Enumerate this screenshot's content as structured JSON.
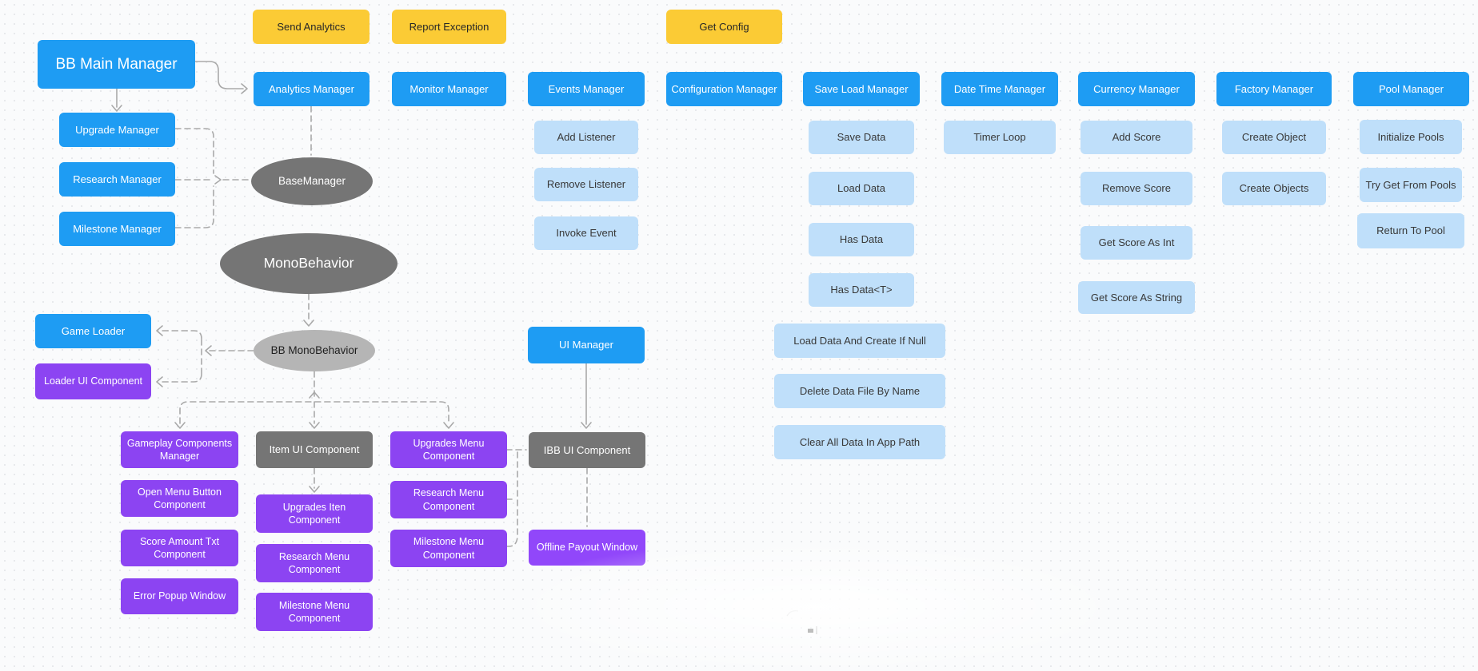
{
  "diagram_title": "BB game architecture diagram",
  "colors": {
    "manager_blue": "#1E9CF3",
    "action_yellow": "#FBCB35",
    "method_light_blue": "#BFDFFA",
    "component_purple": "#8C44F2",
    "component_purple_bright": "#9147FA",
    "class_gray": "#757575",
    "class_gray_light": "#B5B5B5",
    "connector_gray": "#A9A9A9",
    "background": "#FAFBFC"
  },
  "nodes": {
    "send_analytics": "Send Analytics",
    "report_exception": "Report Exception",
    "get_config": "Get Config",
    "bb_main_manager": "BB Main Manager",
    "analytics_manager": "Analytics Manager",
    "monitor_manager": "Monitor Manager",
    "events_manager": "Events Manager",
    "configuration_manager": "Configuration Manager",
    "save_load_manager": "Save Load Manager",
    "date_time_manager": "Date Time Manager",
    "currency_manager": "Currency Manager",
    "factory_manager": "Factory  Manager",
    "pool_manager": "Pool Manager",
    "upgrade_manager": "Upgrade Manager",
    "research_manager": "Research Manager",
    "milestone_manager": "Milestone Manager",
    "base_manager": "BaseManager",
    "mono_behavior": "MonoBehavior",
    "bb_mono_behavior": "BB MonoBehavior",
    "game_loader": "Game Loader",
    "loader_ui_component": "Loader UI Component",
    "add_listener": "Add Listener",
    "remove_listener": "Remove Listener",
    "invoke_event": "Invoke Event",
    "save_data": "Save Data",
    "load_data": "Load Data",
    "has_data": "Has Data",
    "has_data_t": "Has Data<T>",
    "load_data_and_create_if_null": "Load Data And Create If Null",
    "delete_data_file_by_name": "Delete Data File By Name",
    "clear_all_data_in_app_path": "Clear All Data In App Path",
    "timer_loop": "Timer Loop",
    "add_score": "Add Score",
    "remove_score": "Remove Score",
    "get_score_as_int": "Get Score As Int",
    "get_score_as_string": "Get Score As String",
    "create_object": "Create Object",
    "create_objects": "Create Objects",
    "initialize_pools": "Initialize Pools",
    "try_get_from_pools": "Try Get From Pools",
    "return_to_pool": "Return To Pool",
    "ui_manager": "UI Manager",
    "ibb_ui_component": "IBB UI Component",
    "offline_payout_window": "Offline Payout Window",
    "gameplay_components_manager": "Gameplay Components Manager",
    "open_menu_button_component": "Open Menu Button Component",
    "score_amount_txt_component": "Score Amount Txt Component",
    "error_popup_window": "Error Popup Window",
    "item_ui_component": "Item UI Component",
    "upgrades_iten_component": "Upgrades Iten Component",
    "research_menu_component_mid": "Research Menu Component",
    "milestone_menu_component_mid": "Milestone Menu Component",
    "upgrades_menu_component": "Upgrades Menu Component",
    "research_menu_component_right": "Research Menu Component",
    "milestone_menu_component_right": "Milestone Menu Component"
  }
}
